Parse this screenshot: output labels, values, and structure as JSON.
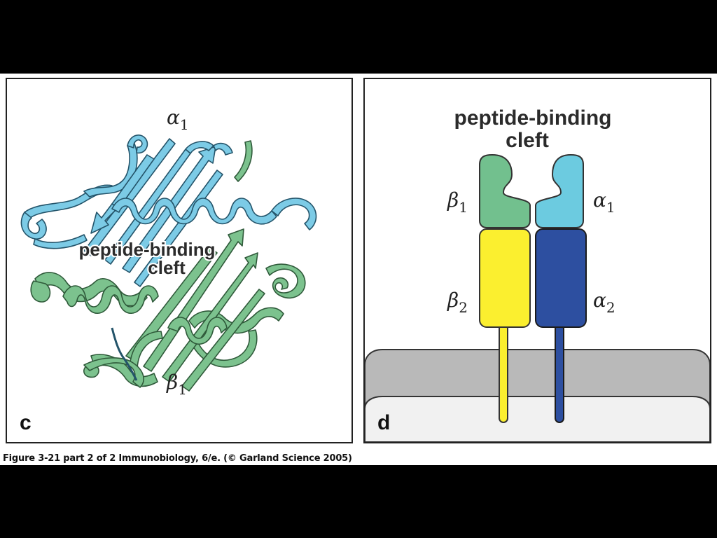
{
  "panel_c": {
    "letter": "c",
    "top_label": "α",
    "top_sub": "1",
    "bottom_label": "β",
    "bottom_sub": "1",
    "cleft_line1": "peptide-binding",
    "cleft_line2": "cleft"
  },
  "panel_d": {
    "letter": "d",
    "cleft_line1": "peptide-binding",
    "cleft_line2": "cleft",
    "beta1": "β",
    "beta1_sub": "1",
    "beta2": "β",
    "beta2_sub": "2",
    "alpha1": "α",
    "alpha1_sub": "1",
    "alpha2": "α",
    "alpha2_sub": "2"
  },
  "caption": "Figure 3-21 part 2 of 2  Immunobiology, 6/e. (© Garland Science 2005)",
  "colors": {
    "alpha_chain_ribbon": "#7ccbe6",
    "beta_chain_ribbon": "#7cc28e",
    "beta1_domain": "#72c08e",
    "alpha1_domain": "#6ccbe0",
    "beta2_domain": "#fbef2f",
    "alpha2_domain": "#2d4fa0",
    "membrane_top": "#b9b9b9",
    "membrane_bottom": "#f1f1f1"
  }
}
